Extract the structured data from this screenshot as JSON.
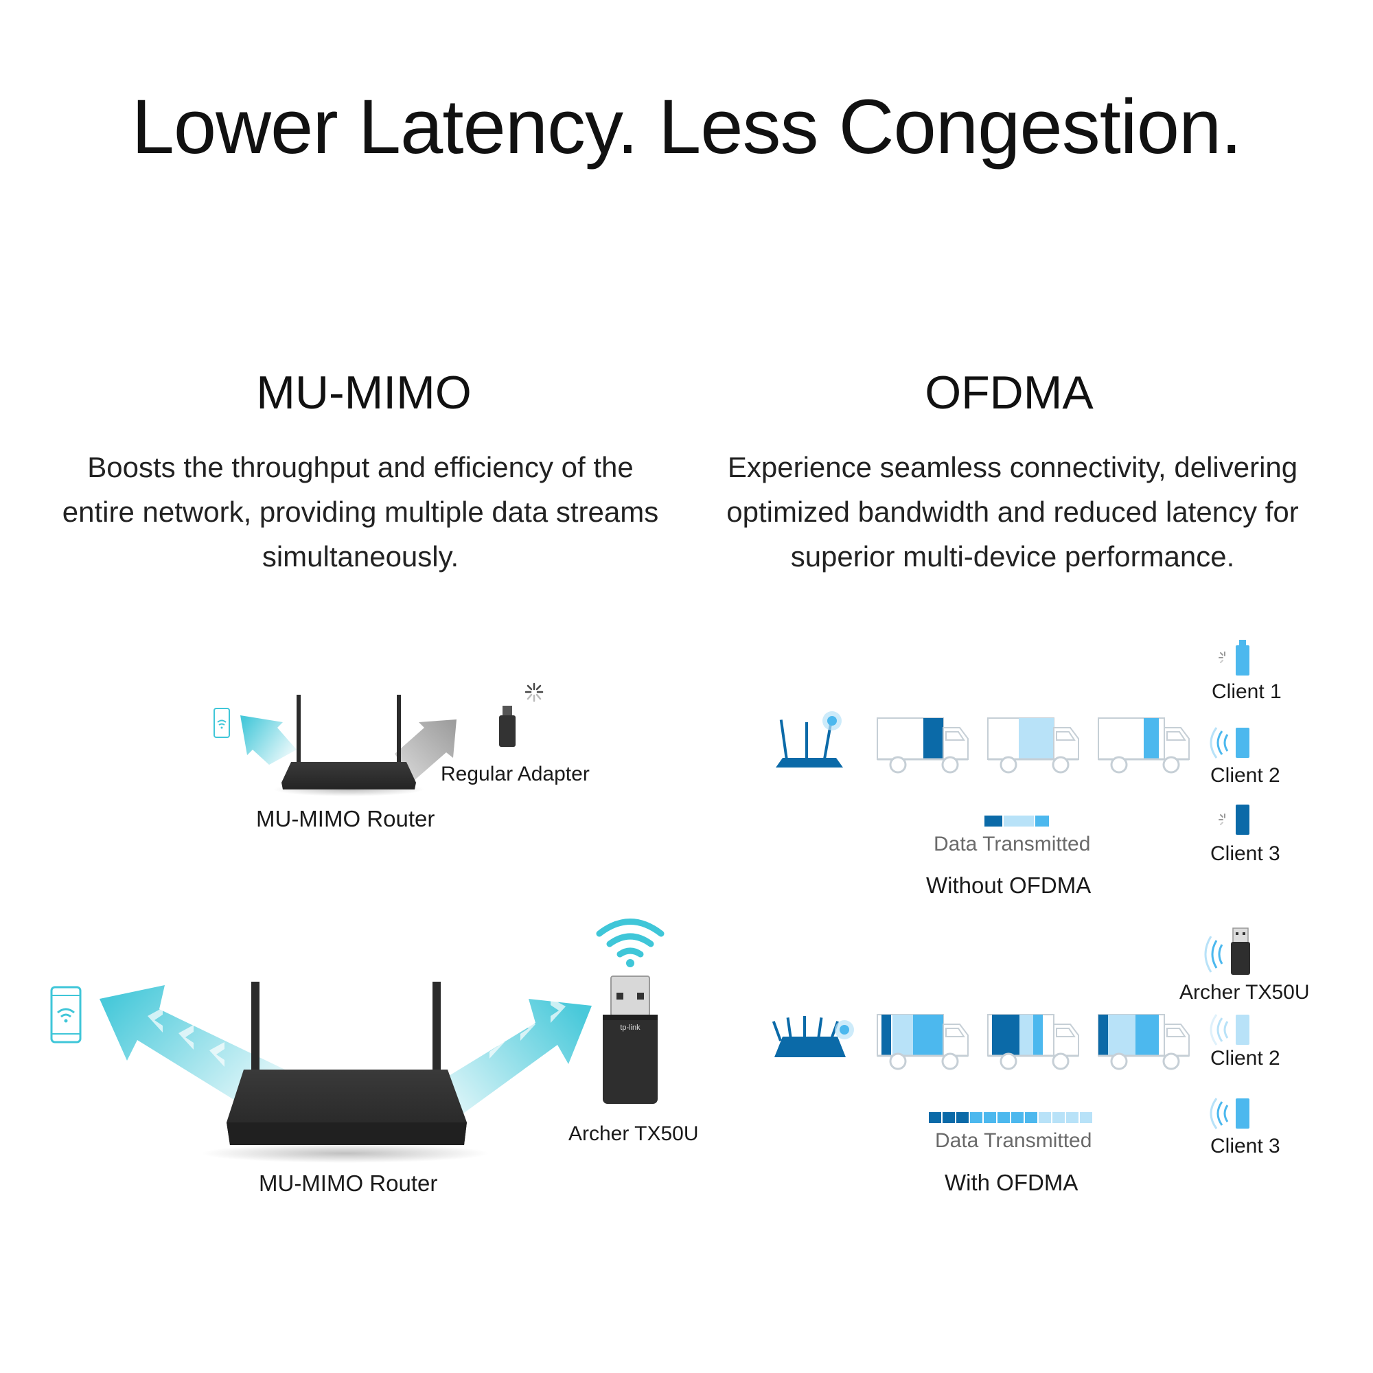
{
  "headline": "Lower Latency. Less Congestion.",
  "mu_mimo": {
    "title": "MU-MIMO",
    "description": "Boosts the throughput and efficiency of the entire network,  providing multiple data streams simultaneously.",
    "top": {
      "router_label": "MU-MIMO Router",
      "adapter_label": "Regular Adapter"
    },
    "bottom": {
      "router_label": "MU-MIMO Router",
      "adapter_label": "Archer TX50U",
      "adapter_logo_text": "tp-link"
    }
  },
  "ofdma": {
    "title": "OFDMA",
    "description": "Experience seamless connectivity, delivering optimized bandwidth and reduced latency for superior multi-device performance.",
    "without": {
      "data_label": "Data Transmitted",
      "caption": "Without OFDMA",
      "clients": [
        "Client 1",
        "Client 2",
        "Client 3"
      ]
    },
    "with": {
      "data_label": "Data Transmitted",
      "caption": "With OFDMA",
      "clients": [
        "Archer TX50U",
        "Client 2",
        "Client 3"
      ]
    }
  },
  "colors": {
    "dark_blue": "#0b6aa8",
    "mid_blue": "#4cb8ee",
    "light_blue": "#b8e2f8",
    "teal": "#3fc6d8",
    "device_dark": "#2e2e2e"
  }
}
